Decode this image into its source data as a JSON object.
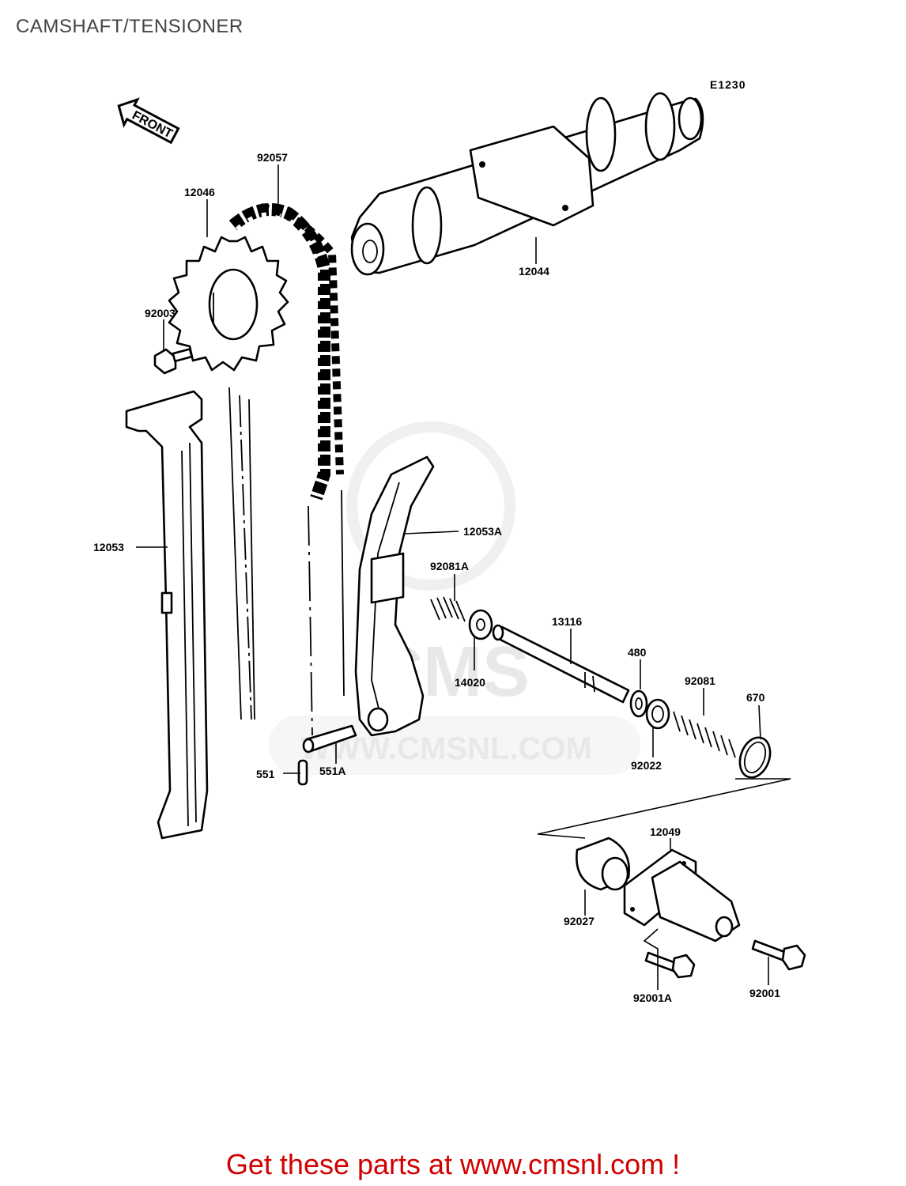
{
  "page": {
    "title": "CAMSHAFT/TENSIONER"
  },
  "diagram": {
    "code": "E1230",
    "front_label": "FRONT",
    "parts": [
      {
        "id": "92057"
      },
      {
        "id": "12046"
      },
      {
        "id": "12044"
      },
      {
        "id": "92003"
      },
      {
        "id": "12053"
      },
      {
        "id": "12053A"
      },
      {
        "id": "92081A"
      },
      {
        "id": "13116"
      },
      {
        "id": "14020"
      },
      {
        "id": "480"
      },
      {
        "id": "92081"
      },
      {
        "id": "670"
      },
      {
        "id": "92022"
      },
      {
        "id": "551"
      },
      {
        "id": "551A"
      },
      {
        "id": "12049"
      },
      {
        "id": "92027"
      },
      {
        "id": "92001A"
      },
      {
        "id": "92001"
      }
    ]
  },
  "watermark": {
    "text": "WWW.CMSNL.COM",
    "logo": "CMS"
  },
  "footer": {
    "text": "Get these parts at www.cmsnl.com !",
    "color": "#d10000"
  }
}
